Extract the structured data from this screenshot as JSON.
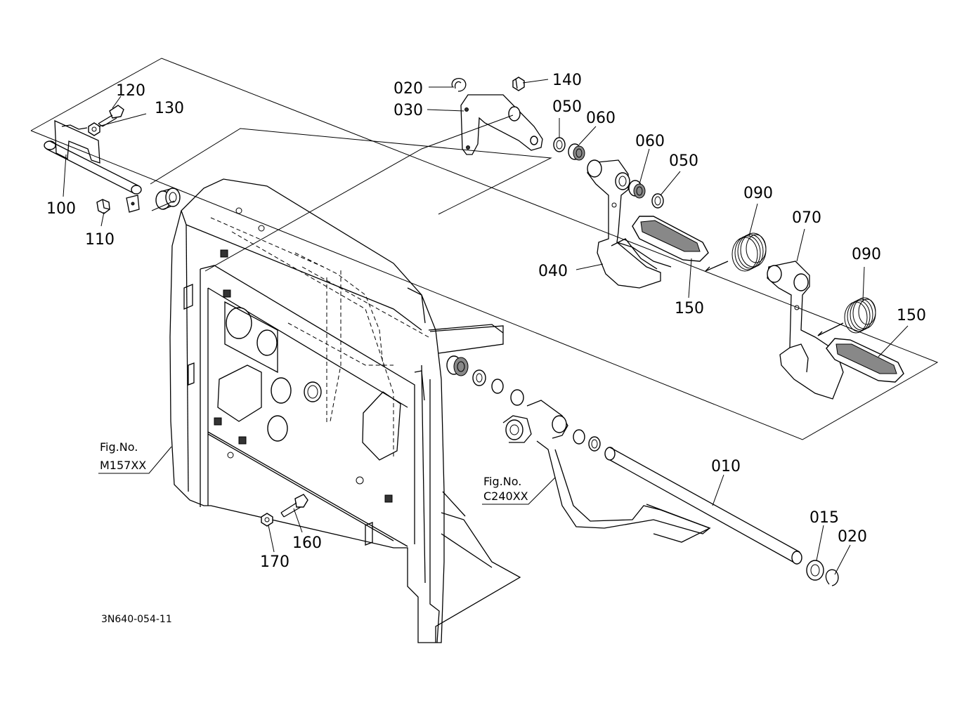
{
  "callouts": {
    "p020_top": "020",
    "p140": "140",
    "p030": "030",
    "p050_a": "050",
    "p060_a": "060",
    "p060_b": "060",
    "p050_b": "050",
    "p120": "120",
    "p130": "130",
    "p100": "100",
    "p110": "110",
    "p090_a": "090",
    "p070": "070",
    "p090_b": "090",
    "p040": "040",
    "p150_a": "150",
    "p150_b": "150",
    "p010": "010",
    "p015": "015",
    "p020_bottom": "020",
    "p160": "160",
    "p170": "170"
  },
  "figure_refs": {
    "left_label": "Fig.No.",
    "left_code": "M157XX",
    "right_label": "Fig.No.",
    "right_code": "C240XX"
  },
  "drawing_code": "3N640-054-11"
}
